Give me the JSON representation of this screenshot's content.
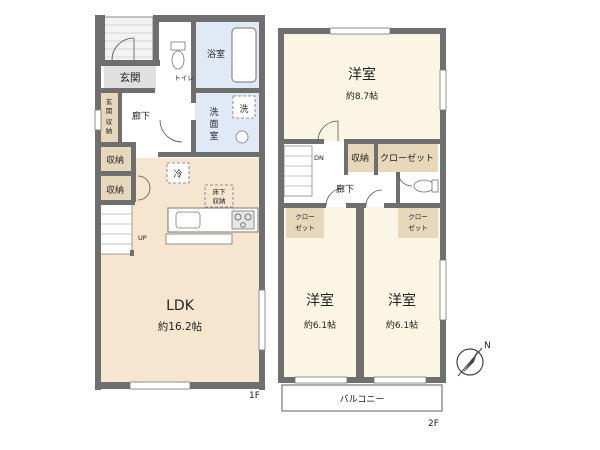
{
  "floor1": {
    "level": "1F",
    "ldk_name": "LDK",
    "ldk_size": "約16.2帖",
    "entrance": "玄関",
    "entrance_storage": [
      "玄",
      "関",
      "収",
      "納"
    ],
    "hallway": "廊下",
    "bath": "浴室",
    "toilet": "トイレ",
    "washroom": [
      "洗",
      "面",
      "室"
    ],
    "washer": "洗",
    "storage1": "収納",
    "storage2": "収納",
    "fridge": "冷",
    "underfloor": [
      "床下",
      "収納"
    ],
    "stairs_up": "UP"
  },
  "floor2": {
    "level": "2F",
    "room_top_name": "洋室",
    "room_top_size": "約8.7帖",
    "room_left_name": "洋室",
    "room_left_size": "約6.1帖",
    "room_right_name": "洋室",
    "room_right_size": "約6.1帖",
    "storage": "収納",
    "closet_wide": "クローゼット",
    "closet_left": [
      "クロー",
      "ゼット"
    ],
    "closet_right": [
      "クロー",
      "ゼット"
    ],
    "hallway": "廊下",
    "stairs_down": "DN",
    "balcony": "バルコニー"
  },
  "compass": {
    "label": "N"
  },
  "colors": {
    "wall": "#6f6f6f",
    "ldk_floor": "#f7e6cf",
    "room_floor": "#fbf6e3",
    "wet_area": "#dfeaf6",
    "storage_fill": "#e7d8bc",
    "hall_floor": "#ffffff"
  }
}
